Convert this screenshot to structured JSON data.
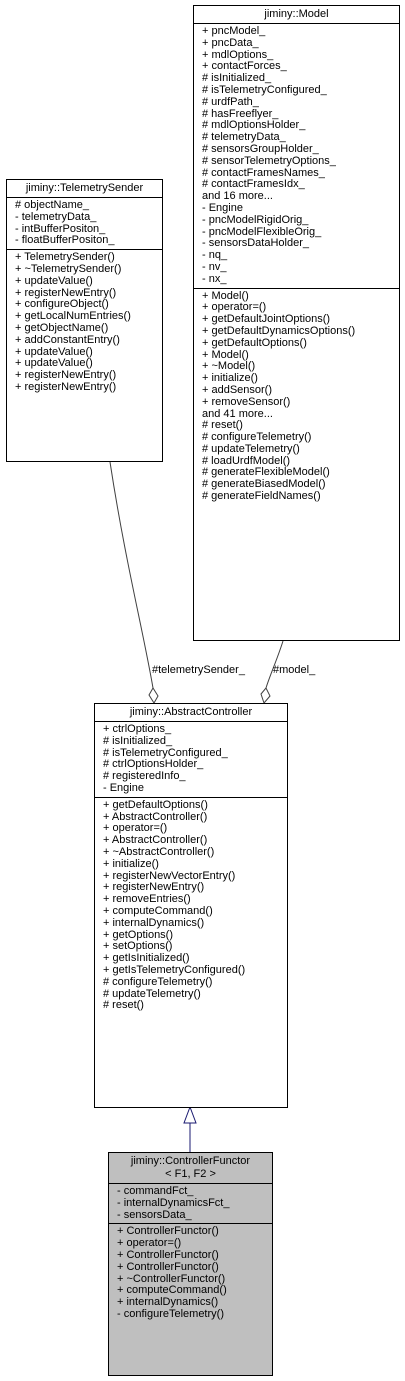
{
  "colors": {
    "highlight": "#bfbfbf",
    "inherit_arrow": "#191970",
    "line": "#404040"
  },
  "model": {
    "title": "jiminy::Model",
    "attributes": [
      "+ pncModel_",
      "+ pncData_",
      "+ mdlOptions_",
      "+ contactForces_",
      "# isInitialized_",
      "# isTelemetryConfigured_",
      "# urdfPath_",
      "# hasFreeflyer_",
      "# mdlOptionsHolder_",
      "# telemetryData_",
      "# sensorsGroupHolder_",
      "# sensorTelemetryOptions_",
      "# contactFramesNames_",
      "# contactFramesIdx_",
      "and 16 more...",
      "- Engine",
      "- pncModelRigidOrig_",
      "- pncModelFlexibleOrig_",
      "- sensorsDataHolder_",
      "- nq_",
      "- nv_",
      "- nx_"
    ],
    "methods": [
      "+ Model()",
      "+ operator=()",
      "+ getDefaultJointOptions()",
      "+ getDefaultDynamicsOptions()",
      "+ getDefaultOptions()",
      "+ Model()",
      "+ ~Model()",
      "+ initialize()",
      "+ addSensor()",
      "+ removeSensor()",
      "and 41 more...",
      "# reset()",
      "# configureTelemetry()",
      "# updateTelemetry()",
      "# loadUrdfModel()",
      "# generateFlexibleModel()",
      "# generateBiasedModel()",
      "# generateFieldNames()"
    ]
  },
  "telemetry_sender": {
    "title": "jiminy::TelemetrySender",
    "attributes": [
      "# objectName_",
      "- telemetryData_",
      "- intBufferPositon_",
      "- floatBufferPositon_"
    ],
    "methods": [
      "+ TelemetrySender()",
      "+ ~TelemetrySender()",
      "+ updateValue()",
      "+ registerNewEntry()",
      "+ configureObject()",
      "+ getLocalNumEntries()",
      "+ getObjectName()",
      "+ addConstantEntry()",
      "+ updateValue()",
      "+ updateValue()",
      "+ registerNewEntry()",
      "+ registerNewEntry()"
    ]
  },
  "abstract_controller": {
    "title": "jiminy::AbstractController",
    "attributes": [
      "+ ctrlOptions_",
      "# isInitialized_",
      "# isTelemetryConfigured_",
      "# ctrlOptionsHolder_",
      "# registeredInfo_",
      "- Engine"
    ],
    "methods": [
      "+ getDefaultOptions()",
      "+ AbstractController()",
      "+ operator=()",
      "+ AbstractController()",
      "+ ~AbstractController()",
      "+ initialize()",
      "+ registerNewVectorEntry()",
      "+ registerNewEntry()",
      "+ removeEntries()",
      "+ computeCommand()",
      "+ internalDynamics()",
      "+ getOptions()",
      "+ setOptions()",
      "+ getIsInitialized()",
      "+ getIsTelemetryConfigured()",
      "# configureTelemetry()",
      "# updateTelemetry()",
      "# reset()"
    ]
  },
  "controller_functor": {
    "title_line1": "jiminy::ControllerFunctor",
    "title_line2": "< F1, F2 >",
    "attributes": [
      "- commandFct_",
      "- internalDynamicsFct_",
      "- sensorsData_"
    ],
    "methods": [
      "+ ControllerFunctor()",
      "+ operator=()",
      "+ ControllerFunctor()",
      "+ ControllerFunctor()",
      "+ ~ControllerFunctor()",
      "+ computeCommand()",
      "+ internalDynamics()",
      "- configureTelemetry()"
    ]
  },
  "edge_labels": {
    "telemetry_sender": "#telemetrySender_",
    "model": "#model_"
  }
}
